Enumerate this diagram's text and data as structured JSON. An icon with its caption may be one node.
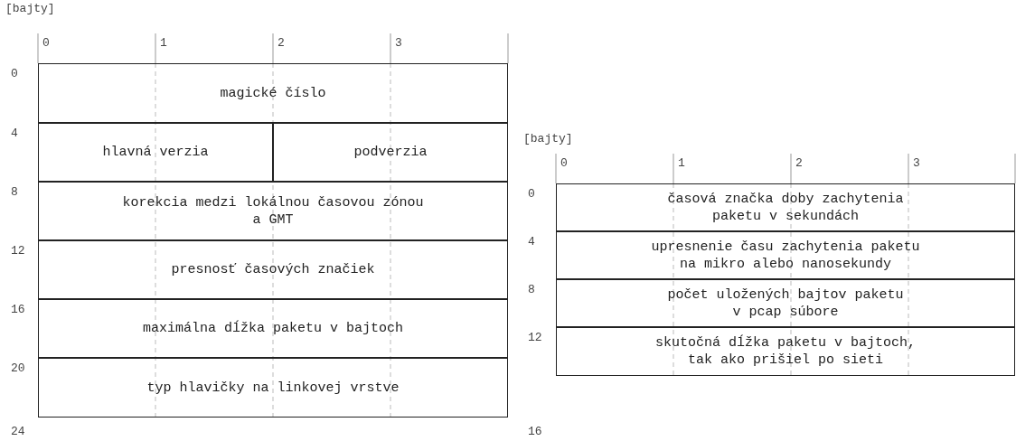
{
  "diagram": {
    "nodes": [
      {
        "text": [
          "magické číslo"
        ]
      },
      {
        "text": [
          "hlavná verzia"
        ]
      },
      {
        "text": [
          "podverzia"
        ]
      },
      {
        "text": [
          "korekcia medzi lokálnou časovou zónou a GMT"
        ]
      },
      {
        "text": [
          "presnosť časových značiek"
        ]
      },
      {
        "text": [
          "maximálna dĺžka paketu v bajtoch"
        ]
      },
      {
        "text": [
          "typ hlavičky na linkovej vrstve"
        ]
      },
      {
        "text": [
          "časová značka doby zachytenia paketu v sekundách"
        ]
      },
      {
        "text": [
          "upresnenie času zachytenia paketu na mikro alebo nanosekundy"
        ]
      },
      {
        "text": [
          "počet uložených bajtov paketu v pcap súbore"
        ]
      },
      {
        "text": [
          "skutočná dĺžka paketu v bajtoch, tak ako prišiel po sieti"
        ]
      }
    ],
    "edges": [],
    "labels": [
      "[bajty]",
      "0",
      "1",
      "2",
      "3",
      "0",
      "4",
      "8",
      "12",
      "16",
      "20",
      "24",
      "[bajty]",
      "0",
      "1",
      "2",
      "3",
      "0",
      "4",
      "8",
      "12",
      "16"
    ]
  }
}
